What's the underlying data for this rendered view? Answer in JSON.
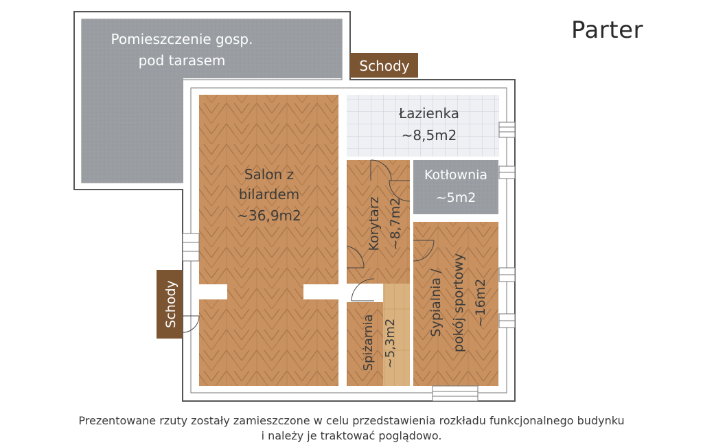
{
  "title": "Parter",
  "rooms": {
    "storage_room": {
      "line1": "Pomieszczenie gosp.",
      "line2": "pod tarasem"
    },
    "stairs_top": "Schody",
    "stairs_left": "Schody",
    "bathroom": {
      "name": "Łazienka",
      "area": "~8,5m2"
    },
    "boiler_room": {
      "name": "Kotłownia",
      "area": "~5m2"
    },
    "living_room": {
      "line1": "Salon z",
      "line2": "bilardem",
      "area": "~36,9m2"
    },
    "corridor": {
      "name": "Korytarz",
      "area": "~8,7m2"
    },
    "pantry": {
      "name": "Spiżarnia",
      "area": "~5,3m2"
    },
    "bedroom": {
      "line1": "Sypialnia /",
      "line2": "pokój sportowy",
      "area": "~16m2"
    }
  },
  "footnote": {
    "line1": "Prezentowane rzuty zostały zamieszczone w celu przedstawienia rozkładu funkcjonalnego budynku",
    "line2": "i należy je traktować poglądowo."
  },
  "colors": {
    "wood": "#c8915f",
    "wood_light": "#d9b27f",
    "concrete": "#9a9ea3",
    "tiles": "#eef0f4",
    "stairs": "#7b5532",
    "wall": "#ffffff",
    "wall_outline": "#555555"
  }
}
